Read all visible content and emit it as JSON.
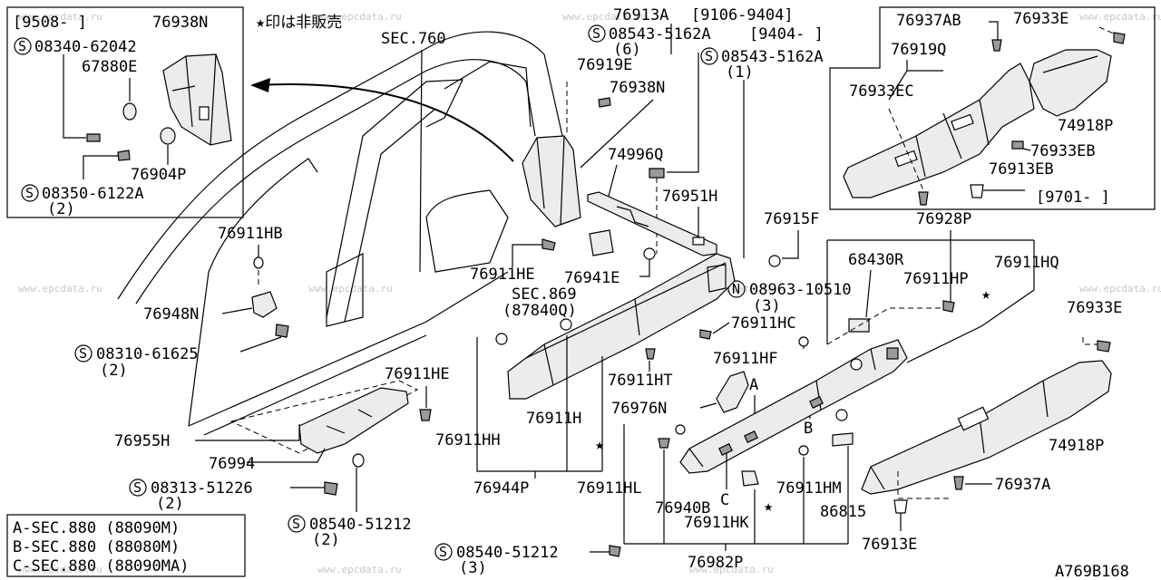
{
  "watermark": "www.epcdata.ru",
  "legend_star": "★印は非販売",
  "inset_left": {
    "date": "[9508-    ]",
    "part_1": "76938N",
    "bolt_1": "08340-62042",
    "part_2": "67880E",
    "part_3": "76904P",
    "bolt_2": "08350-6122A",
    "bolt_2_qty": "(2)"
  },
  "inset_right": {
    "p1": "76937AB",
    "p2": "76933E",
    "p3": "76919Q",
    "p4": "76933EC",
    "p5": "74918P",
    "p6": "76933EB",
    "p7": "76913EB",
    "date": "[9701-    ]"
  },
  "sections": {
    "sec760": "SEC.760",
    "sec869": "SEC.869",
    "sec869_ref": "(87840Q)"
  },
  "labels": {
    "l76913A": "76913A",
    "l76913A_date": "[9106-9404]",
    "b08543A": "08543-5162A",
    "b08543A_date": "[9404-    ]",
    "b08543A_qty": "(6)",
    "b08543B": "08543-5162A",
    "b08543B_qty": "(1)",
    "l76919E": "76919E",
    "l76938N": "76938N",
    "l74996Q": "74996Q",
    "l76951H": "76951H",
    "l76915F": "76915F",
    "l76928P": "76928P",
    "l68430R": "68430R",
    "l76911HP": "76911HP",
    "l76911HQ": "76911HQ",
    "n08963": "08963-10510",
    "n08963_qty": "(3)",
    "l76911HB": "76911HB",
    "l76911HE_a": "76911HE",
    "l76941E": "76941E",
    "l76948N": "76948N",
    "b08310": "08310-61625",
    "b08310_qty": "(2)",
    "l76911HC": "76911HC",
    "l76933E_b": "76933E",
    "l76911HF": "76911HF",
    "l76911HT": "76911HT",
    "l76911HE_b": "76911HE",
    "callout_a": "A",
    "l76976N": "76976N",
    "callout_b": "B",
    "l76911H": "76911H",
    "l74918P_b": "74918P",
    "l76955H": "76955H",
    "l76911HH": "76911HH",
    "l76994": "76994",
    "b08313": "08313-51226",
    "b08313_qty": "(2)",
    "l76944P": "76944P",
    "l76911HL": "76911HL",
    "l76911HM": "76911HM",
    "l76937A": "76937A",
    "callout_c": "C",
    "l76940B": "76940B",
    "b08540_a": "08540-51212",
    "b08540_a_qty": "(2)",
    "l76911HK": "76911HK",
    "l86815": "86815",
    "l76913E": "76913E",
    "b08540_b": "08540-51212",
    "b08540_b_qty": "(3)",
    "l76982P": "76982P"
  },
  "section_legend": [
    "A-SEC.880 (88090M)",
    "B-SEC.880 (88080M)",
    "C-SEC.880 (88090MA)"
  ],
  "diagram_code": "A769B168"
}
